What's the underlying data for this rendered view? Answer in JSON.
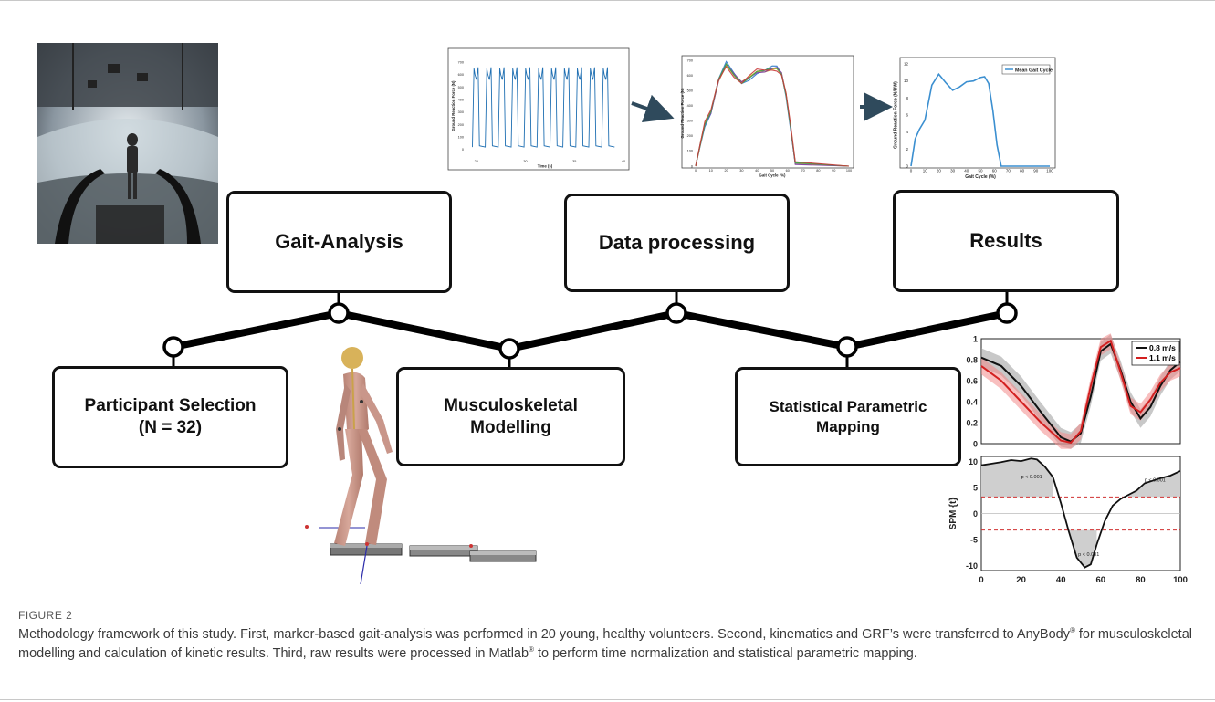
{
  "steps": {
    "gait_analysis": "Gait-Analysis",
    "data_processing": "Data processing",
    "results": "Results",
    "participant_line1": "Participant Selection",
    "participant_line2": "(N = 32)",
    "musculo_line1": "Musculoskeletal",
    "musculo_line2": "Modelling",
    "spm_line1": "Statistical Parametric",
    "spm_line2": "Mapping"
  },
  "caption": {
    "label": "FIGURE 2",
    "part1": "Methodology framework of this study. First, marker-based gait-analysis was performed in 20 young, healthy volunteers. Second, kinematics and GRF’s were transferred to AnyBody",
    "part2": " for musculoskeletal modelling and calculation of kinetic results. Third, raw results were processed in Matlab",
    "part3": " to perform time normalization and statistical parametric mapping.",
    "reg": "®"
  },
  "chart_data": [
    {
      "type": "line",
      "name": "raw-grf",
      "ylabel": "Ground Reaction Force (N)",
      "xlabel": "Time (s)",
      "x_ticks": [
        "25",
        "30",
        "35",
        "40"
      ],
      "y_ticks": [
        "0",
        "100",
        "200",
        "300",
        "400",
        "500",
        "600",
        "700"
      ],
      "xlim": [
        24,
        40
      ],
      "ylim": [
        -60,
        760
      ],
      "step_count": 11
    },
    {
      "type": "line",
      "name": "normalized-cycles",
      "ylabel": "Ground Reaction Force (N)",
      "xlabel": "Gait Cycle (%)",
      "x_ticks": [
        "0",
        "10",
        "20",
        "30",
        "40",
        "50",
        "60",
        "70",
        "80",
        "90",
        "100"
      ],
      "y_ticks": [
        "0",
        "100",
        "200",
        "300",
        "400",
        "500",
        "600",
        "700"
      ],
      "xlim": [
        0,
        100
      ],
      "ylim": [
        0,
        700
      ],
      "x": [
        0,
        3,
        6,
        10,
        15,
        20,
        25,
        30,
        35,
        40,
        45,
        50,
        53,
        56,
        59,
        62,
        65,
        100
      ],
      "values": [
        0,
        150,
        280,
        350,
        560,
        670,
        610,
        560,
        590,
        620,
        620,
        640,
        650,
        620,
        480,
        250,
        10,
        0
      ]
    },
    {
      "type": "line",
      "name": "mean-cycle",
      "ylabel": "Ground Reaction Force (N/BW)",
      "xlabel": "Gait Cycle (%)",
      "legend": "Mean Gait Cycle",
      "x_ticks": [
        "0",
        "10",
        "20",
        "30",
        "40",
        "50",
        "60",
        "70",
        "80",
        "90",
        "100"
      ],
      "y_ticks": [
        "0",
        "2",
        "4",
        "6",
        "8",
        "10",
        "12"
      ],
      "xlim": [
        0,
        100
      ],
      "ylim": [
        0,
        12
      ],
      "x": [
        0,
        3,
        6,
        10,
        15,
        20,
        25,
        30,
        35,
        40,
        45,
        50,
        53,
        56,
        59,
        62,
        65,
        100
      ],
      "values": [
        0,
        3.2,
        4.3,
        5.4,
        9.5,
        10.8,
        9.8,
        8.9,
        9.3,
        9.9,
        10.0,
        10.4,
        10.5,
        9.7,
        6.5,
        2.5,
        0,
        0
      ]
    },
    {
      "type": "line",
      "name": "velocity-comparison",
      "legend": [
        "0.8 m/s",
        "1.1 m/s"
      ],
      "y_ticks": [
        "0",
        "0.2",
        "0.4",
        "0.6",
        "0.8",
        "1"
      ],
      "xlim": [
        0,
        100
      ],
      "ylim": [
        0,
        1
      ],
      "x": [
        0,
        10,
        20,
        30,
        40,
        45,
        50,
        55,
        60,
        65,
        70,
        75,
        80,
        85,
        90,
        95,
        100
      ],
      "series": [
        {
          "name": "0.8 m/s",
          "color": "#111111",
          "values": [
            0.82,
            0.74,
            0.55,
            0.3,
            0.06,
            0.02,
            0.1,
            0.45,
            0.88,
            0.95,
            0.7,
            0.4,
            0.24,
            0.35,
            0.55,
            0.7,
            0.78
          ]
        },
        {
          "name": "1.1 m/s",
          "color": "#d32020",
          "values": [
            0.74,
            0.6,
            0.4,
            0.2,
            0.03,
            0.01,
            0.12,
            0.55,
            0.92,
            0.98,
            0.68,
            0.36,
            0.3,
            0.42,
            0.58,
            0.68,
            0.72
          ]
        }
      ]
    },
    {
      "type": "line",
      "name": "spm-t",
      "ylabel": "SPM {t}",
      "x_ticks": [
        "0",
        "20",
        "40",
        "60",
        "80",
        "100"
      ],
      "y_ticks": [
        "-10",
        "-5",
        "0",
        "5",
        "10"
      ],
      "xlim": [
        0,
        100
      ],
      "ylim": [
        -11,
        11
      ],
      "threshold": 3.2,
      "annotations": [
        "p < 0.001",
        "p < 0.001",
        "p < 0.001"
      ],
      "x": [
        0,
        5,
        10,
        15,
        20,
        25,
        28,
        32,
        36,
        40,
        44,
        48,
        52,
        55,
        58,
        62,
        66,
        70,
        74,
        78,
        82,
        86,
        90,
        95,
        100
      ],
      "values": [
        9.3,
        9.6,
        9.9,
        10.3,
        10.1,
        10.6,
        10.4,
        9.0,
        7.0,
        2.0,
        -3.5,
        -8.5,
        -10.4,
        -9.8,
        -6.0,
        -1.5,
        1.5,
        2.8,
        3.6,
        4.4,
        5.8,
        6.3,
        6.8,
        7.3,
        8.2
      ]
    }
  ]
}
